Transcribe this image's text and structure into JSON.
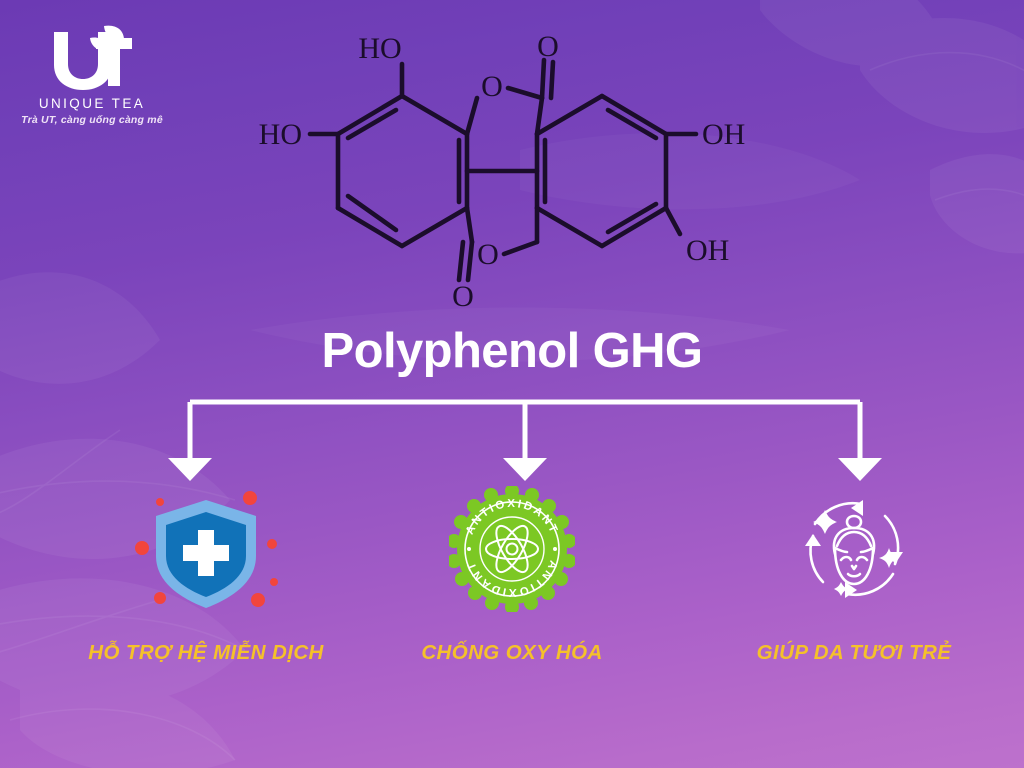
{
  "brand": {
    "logo_icon": "ut-leaf-monogram-icon",
    "name": "UNIQUE TEA",
    "tagline": "Trà UT, càng uống càng mê"
  },
  "molecule": {
    "name": "ellagic-acid-structure",
    "labels": {
      "ho_top": "HO",
      "ho_left": "HO",
      "o_ring_top": "O",
      "o_ring_bottom": "O",
      "o_carbonyl_top": "O",
      "o_carbonyl_bottom": "O",
      "oh_right_top": "OH",
      "oh_right_bottom": "OH"
    }
  },
  "title": "Polyphenol GHG",
  "benefits": [
    {
      "icon": "immune-shield-icon",
      "label": "HỖ TRỢ HỆ MIỄN DỊCH",
      "icon_colors": {
        "shield_outer": "#7ab5e8",
        "shield_inner": "#1172b8",
        "cross": "#ffffff",
        "germ_dots": "#f2453d"
      }
    },
    {
      "icon": "antioxidant-badge-icon",
      "label": "CHỐNG OXY HÓA",
      "badge_text_top": "ANTIOXIDANT",
      "badge_text_bottom": "ANTIOXIDANT",
      "icon_colors": {
        "badge": "#7cc824",
        "detail": "#ffffff"
      }
    },
    {
      "icon": "glowing-skin-face-icon",
      "label": "GIÚP DA TƯƠI TRẺ",
      "icon_colors": {
        "line": "#ffffff"
      }
    }
  ],
  "palette": {
    "bg_top": "#6c3ab4",
    "bg_bottom": "#bd71cc",
    "title_color": "#ffffff",
    "label_color": "#f5c12a",
    "connector_color": "#ffffff",
    "molecule_color": "#1b0d2b"
  }
}
